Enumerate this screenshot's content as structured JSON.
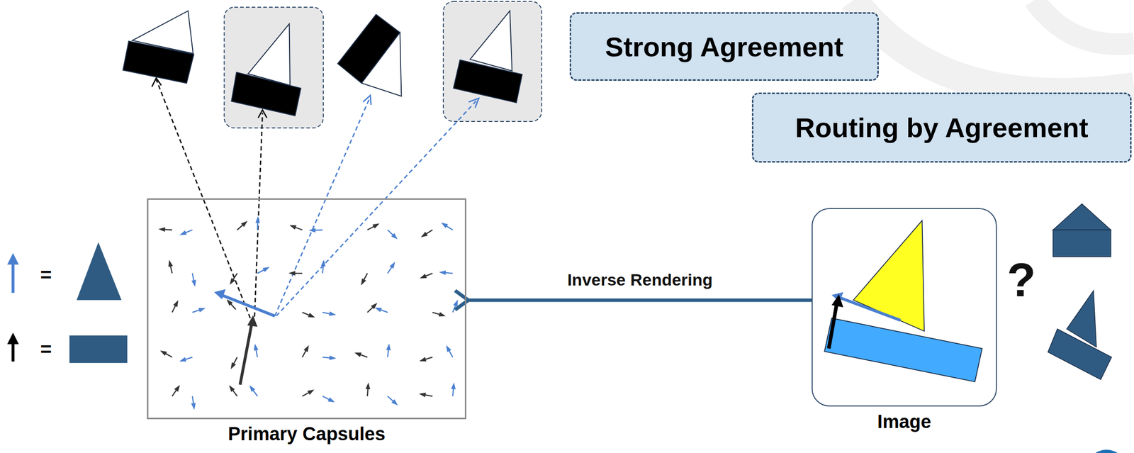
{
  "diagram": {
    "nodes": [
      {
        "text": [
          "Strong Agreement"
        ]
      },
      {
        "text": [
          "Routing by Agreement"
        ]
      },
      {
        "text": [
          "Image"
        ]
      },
      {
        "text": [
          "Primary Capsules"
        ]
      }
    ],
    "edges": [
      {
        "from": 2,
        "to": 3,
        "arrow": "to",
        "label": "Inverse Rendering"
      }
    ],
    "labels": [
      "=",
      "=",
      "?"
    ]
  }
}
